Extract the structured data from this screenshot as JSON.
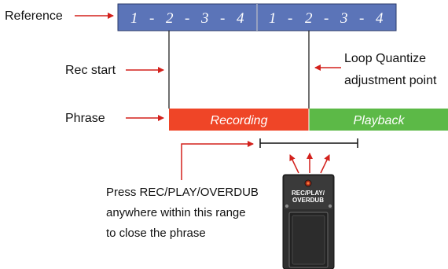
{
  "labels": {
    "reference": "Reference",
    "rec_start": "Rec start",
    "loop_quantize_line1": "Loop Quantize",
    "loop_quantize_line2": "adjustment point",
    "phrase": "Phrase"
  },
  "reference_bar": {
    "measure1": [
      "1",
      "-",
      "2",
      "-",
      "3",
      "-",
      "4"
    ],
    "measure2": [
      "1",
      "-",
      "2",
      "-",
      "3",
      "-",
      "4"
    ]
  },
  "phrase_bar": {
    "recording": "Recording",
    "playback": "Playback"
  },
  "instruction": {
    "line1": "Press REC/PLAY/OVERDUB",
    "line2": "anywhere within this range",
    "line3": "to close the phrase"
  },
  "pedal": {
    "line1": "REC/PLAY/",
    "line2": "OVERDUB"
  },
  "colors": {
    "reference_bar": "#5b74b8",
    "recording": "#ef4527",
    "playback": "#5cb947",
    "arrow": "#d3211c",
    "pedal_body": "#3a3a3a"
  }
}
